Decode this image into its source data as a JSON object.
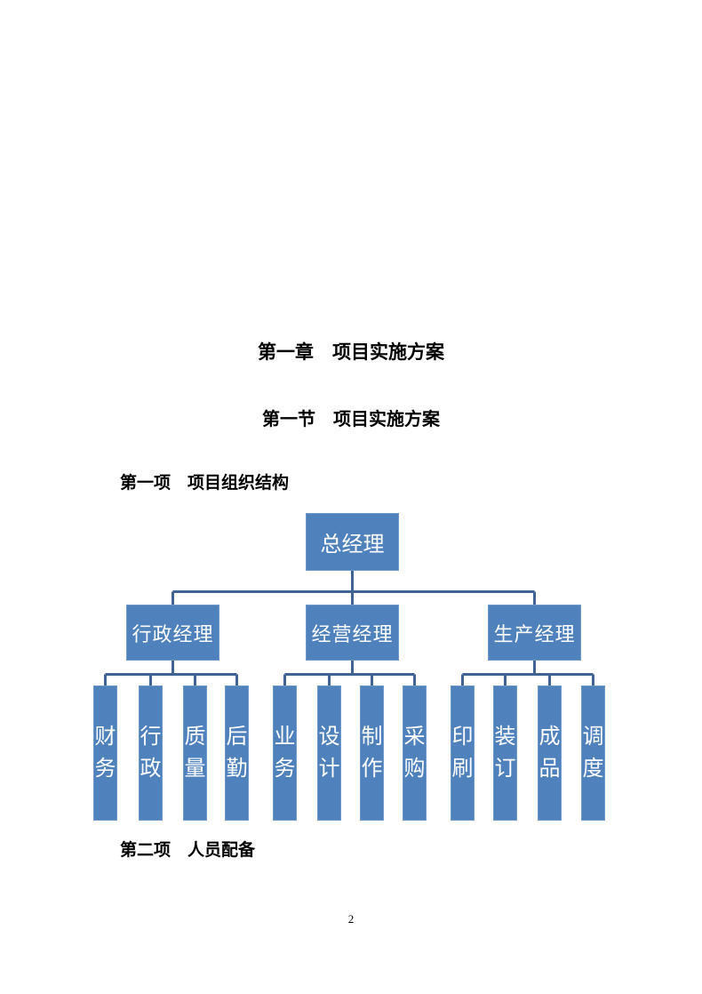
{
  "document": {
    "chapter_heading": "第一章　项目实施方案",
    "section_heading": "第一节　项目实施方案",
    "item_headings": [
      "第一项　项目组织结构",
      "第二项　人员配备"
    ],
    "page_number": "2"
  },
  "org_chart": {
    "root_label": "总经理",
    "managers": [
      {
        "label": "行政经理",
        "children": [
          "财务",
          "行政",
          "质量",
          "后勤"
        ]
      },
      {
        "label": "经营经理",
        "children": [
          "业务",
          "设计",
          "制作",
          "采购"
        ]
      },
      {
        "label": "生产经理",
        "children": [
          "印刷",
          "装订",
          "成品",
          "调度"
        ]
      }
    ],
    "colors": {
      "node_fill": "#4f81bd",
      "node_border": "#6f98cb",
      "node_text": "#ffffff",
      "connector": "#406396"
    }
  }
}
